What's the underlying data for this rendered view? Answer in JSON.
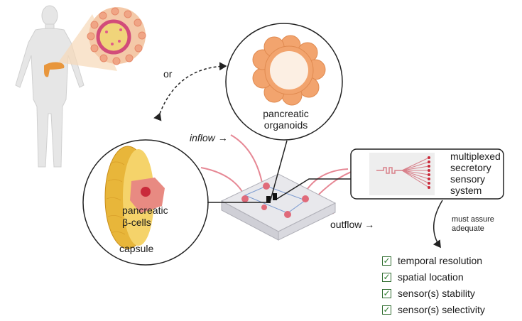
{
  "or_label": "or",
  "organoid_label": [
    "pancreatic",
    "organoids"
  ],
  "inflow_label": "inflow",
  "outflow_label": "outflow",
  "arrow_glyph": "→",
  "sensor_box_label": [
    "multiplexed",
    "secretory",
    "sensory",
    "system"
  ],
  "capsule_label": "capsule",
  "cells_label": [
    "pancreatic",
    "β-cells"
  ],
  "assure_label": [
    "must assure",
    "adequate"
  ],
  "checklist": [
    "temporal resolution",
    "spatial location",
    "sensor(s) stability",
    "sensor(s) selectivity"
  ],
  "colors": {
    "body": "#e6e6e6",
    "organoid_fill": "#f2a46e",
    "organoid_inner": "#fcefe3",
    "capsule": "#e8b63a",
    "cell": "#e88a82",
    "tube": "#e06a7a",
    "check": "#2e7d2e"
  },
  "icons": [
    "human-body-icon",
    "pancreas-icon",
    "tissue-zoom-icon",
    "organoid-icon",
    "capsule-icon",
    "chip-icon",
    "sensor-array-icon",
    "checkbox-icon"
  ]
}
